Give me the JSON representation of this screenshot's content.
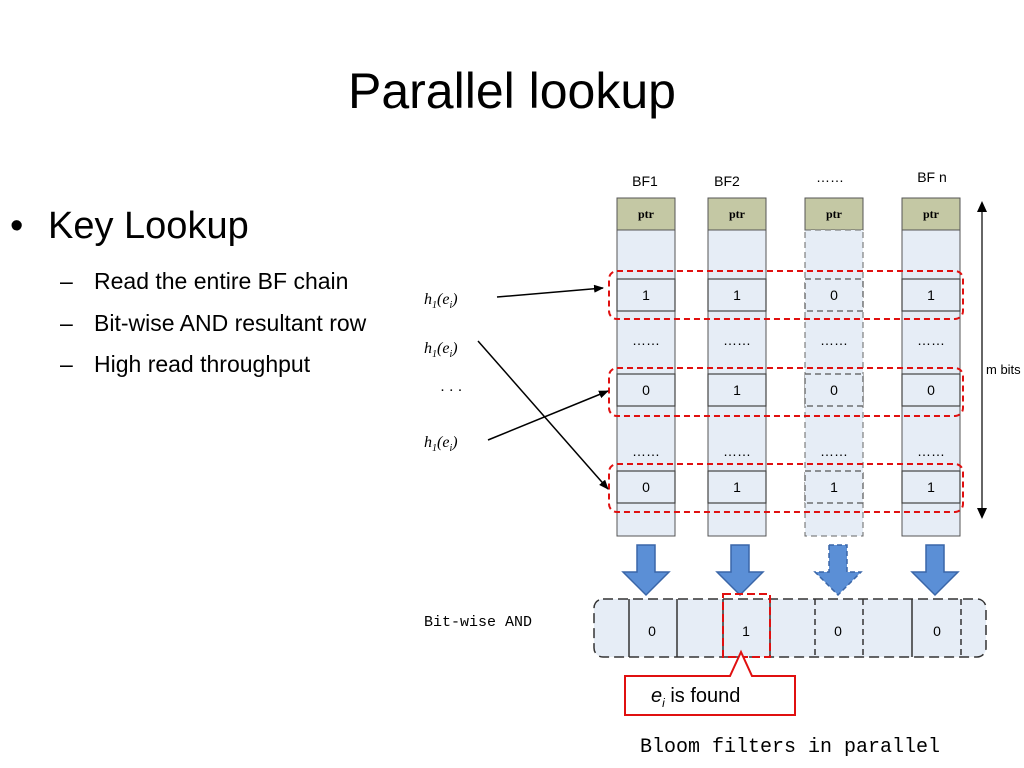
{
  "slide": {
    "title": "Parallel lookup",
    "bullet": "Key Lookup",
    "bullet_marker": "•",
    "sub_marker": "–",
    "subbullets": [
      "Read the entire BF chain",
      "Bit-wise AND resultant row",
      "High read throughput"
    ]
  },
  "diagram": {
    "columns": [
      {
        "header": "BF1",
        "ptr": "ptr",
        "rows": [
          "1",
          "……",
          "0",
          "……",
          "0"
        ]
      },
      {
        "header": "BF2",
        "ptr": "ptr",
        "rows": [
          "1",
          "……",
          "1",
          "……",
          "1"
        ]
      },
      {
        "header": "……",
        "ptr": "ptr",
        "rows": [
          "0",
          "……",
          "0",
          "……",
          "1"
        ]
      },
      {
        "header": "BF n",
        "ptr": "ptr",
        "rows": [
          "1",
          "……",
          "0",
          "……",
          "1"
        ]
      }
    ],
    "hash": {
      "h": "h",
      "sub1": "1",
      "open": "(e",
      "subi": "i",
      "close": ")"
    },
    "ellipsis": "· · ·",
    "m_bits": "m bits",
    "and_label": "Bit-wise AND",
    "and_values": [
      "0",
      "1",
      "0",
      "0"
    ],
    "found": {
      "e": "e",
      "sub": "i",
      "rest": " is found"
    },
    "caption": "Bloom filters in parallel",
    "colors": {
      "cell_fill": "#e6edf6",
      "ptr_fill": "#c4c8a4",
      "arrow_fill": "#5b8fd6",
      "red": "#e01010"
    }
  }
}
